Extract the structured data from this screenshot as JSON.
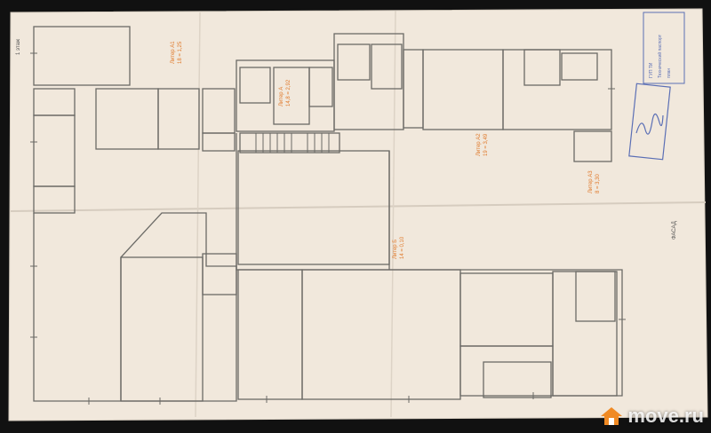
{
  "sheet": {
    "paper_color": "#f1e8dc",
    "line_color": "#6b6a66",
    "accent_color": "#e07a2c",
    "stamp_color": "#5b6fb5",
    "floor_label": "1 этаж",
    "facade_label": "ФАСАД"
  },
  "zones": [
    {
      "name": "Литер А1",
      "area": "18 = 1,25"
    },
    {
      "name": "Литер А",
      "area": "14,8 = 2,92"
    },
    {
      "name": "Литер А2",
      "area": "19 = 3,49"
    },
    {
      "name": "Литер А3",
      "area": "8 = 3,30"
    },
    {
      "name": "Литер Б",
      "area": "14 = 0,10"
    }
  ],
  "stamp": {
    "lines": [
      "ГУП ТИ",
      "Технический паспорт",
      "план"
    ]
  },
  "watermark": {
    "text": "move.ru",
    "icon": "house-icon",
    "color": "#ffffff"
  }
}
